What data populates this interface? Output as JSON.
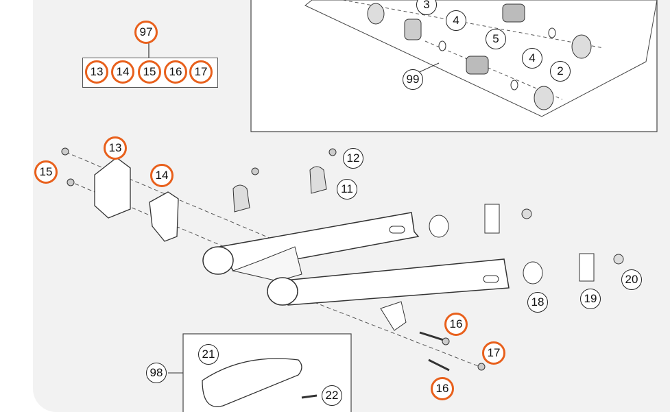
{
  "accent_color": "#e8601c",
  "line_color": "#333333",
  "kit_97": {
    "number": "97",
    "items": [
      "13",
      "14",
      "15",
      "16",
      "17"
    ]
  },
  "bearing_kit_box": {
    "labels": {
      "a": "3",
      "b": "4",
      "c": "5",
      "d": "4",
      "e": "2",
      "f": "99"
    }
  },
  "parts": {
    "p12": "12",
    "p11": "11",
    "p13": "13",
    "p15": "15",
    "p14": "14",
    "p18": "18",
    "p19": "19",
    "p20": "20",
    "p16a": "16",
    "p17": "17",
    "p16b": "16"
  },
  "chain_guide_box": {
    "number": "98",
    "items": {
      "a": "21",
      "b": "22"
    }
  }
}
